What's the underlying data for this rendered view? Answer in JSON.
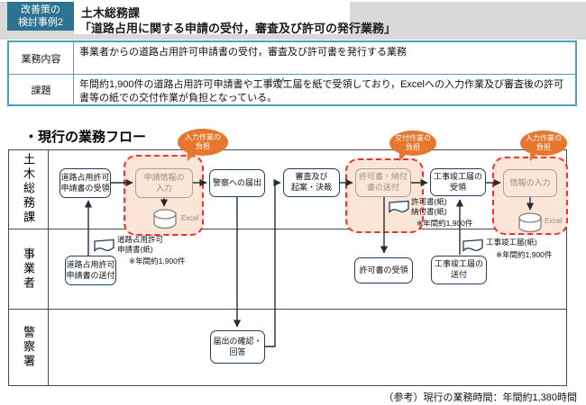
{
  "header": {
    "case_label": "改善策の\n検討事例2",
    "department": "土木総務課",
    "title": "「道路占用に関する申請の受付，審査及び許可の発行業務」"
  },
  "info_table": {
    "rows": [
      {
        "label": "業務内容",
        "value": "事業者からの道路占用許可申請書の受付，審査及び許可書を発行する業務"
      },
      {
        "label": "課題",
        "value_pre": "年間約1,900件の道路占用許可申請書や工事",
        "ruby_base": "竣",
        "ruby_text": "しゅん",
        "value_post": "工届を紙で受領しており，Excelへの入力作業及び審査後の許可書等の紙での交付作業が負担となっている。"
      }
    ]
  },
  "flow": {
    "section_title": "・現行の業務フロー",
    "lanes": [
      {
        "label": "土木総務課"
      },
      {
        "label": "事業者"
      },
      {
        "label": "警察署"
      }
    ],
    "nodes": {
      "receive_application": "道路占用許可\n申請書の受領",
      "input_application": "申請情報の\n入力",
      "notify_police": "警察への届出",
      "review_draft": "審査及び\n起案・決裁",
      "send_permit": "許可書・納付\n書の送付",
      "receive_completion": "工事竣工届の\n受領",
      "input_info": "情報の入力",
      "send_application": "道路占用許可\n申請書の送付",
      "receive_permit": "許可書の受領",
      "send_completion": "工事竣工届の\n送付",
      "confirm_reply": "届出の確認・\n回答"
    },
    "balloons": [
      {
        "text": "入力作業の\n負担"
      },
      {
        "text": "交付作業の\n負担"
      },
      {
        "text": "入力作業の\n負担"
      }
    ],
    "excel_label": "Excel",
    "documents": [
      {
        "label": "道路占用許可\n申請書(紙)",
        "note": "※年間約1,900件"
      },
      {
        "label": "許可書(紙)\n納付書(紙)",
        "note": "※年間約1,900件"
      },
      {
        "label": "工事竣工届(紙)",
        "note": "※年間約1,900件"
      }
    ],
    "colors": {
      "accent_blue": "#2e7291",
      "table_border": "#4aa0c2",
      "node_border": "#233f5f",
      "highlight_fill": "#fbe5d6",
      "highlight_border": "#ff2b2b",
      "balloon_orange": "#e8772e"
    }
  },
  "footer": {
    "note": "（参考）現行の業務時間：年間約1,380時間"
  }
}
